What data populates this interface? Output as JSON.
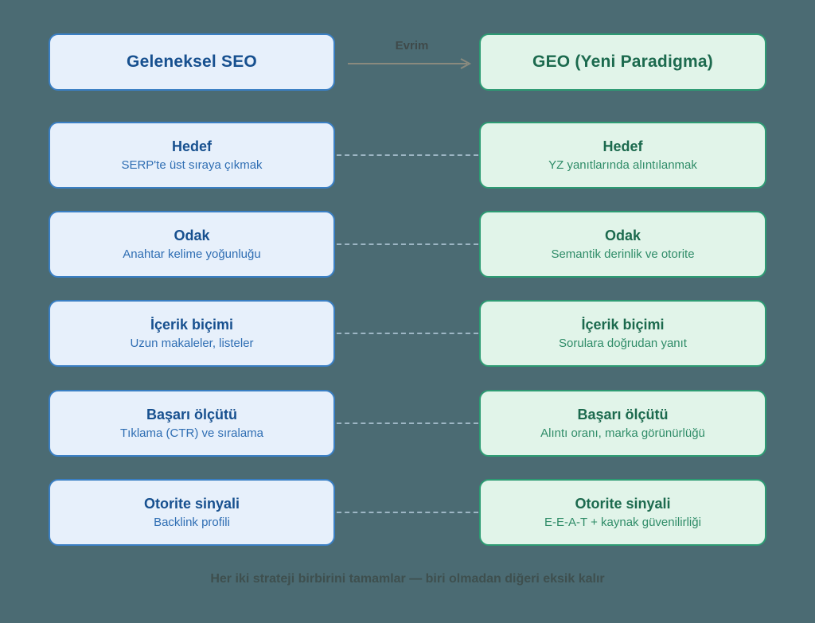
{
  "theme": {
    "background": "#4b6b73",
    "left_accent": "#3a7fc4",
    "left_fill": "#e7f0fb",
    "left_title_color": "#17508f",
    "left_sub_color": "#2f6eb3",
    "right_accent": "#2d9b73",
    "right_fill": "#e1f4e9",
    "right_title_color": "#1c6a4e",
    "right_sub_color": "#2f8c68",
    "connector_color": "#9db6c4",
    "arrow_color": "#8a8a7e",
    "footer_color": "#3e4f4e"
  },
  "header": {
    "left_title": "Geleneksel SEO",
    "right_title": "GEO (Yeni Paradigma)",
    "arrow_label": "Evrim",
    "arrow_icon": "right-arrow-icon"
  },
  "rows": [
    {
      "left_title": "Hedef",
      "left_sub": "SERP'te üst sıraya çıkmak",
      "right_title": "Hedef",
      "right_sub": "YZ yanıtlarında alıntılanmak"
    },
    {
      "left_title": "Odak",
      "left_sub": "Anahtar kelime yoğunluğu",
      "right_title": "Odak",
      "right_sub": "Semantik derinlik ve otorite"
    },
    {
      "left_title": "İçerik biçimi",
      "left_sub": "Uzun makaleler, listeler",
      "right_title": "İçerik biçimi",
      "right_sub": "Sorulara doğrudan yanıt"
    },
    {
      "left_title": "Başarı ölçütü",
      "left_sub": "Tıklama (CTR) ve sıralama",
      "right_title": "Başarı ölçütü",
      "right_sub": "Alıntı oranı, marka görünürlüğü"
    },
    {
      "left_title": "Otorite sinyali",
      "left_sub": "Backlink profili",
      "right_title": "Otorite sinyali",
      "right_sub": "E-E-A-T + kaynak güvenilirliği"
    }
  ],
  "footer": {
    "note": "Her iki strateji birbirini tamamlar — biri olmadan diğeri eksik kalır"
  }
}
